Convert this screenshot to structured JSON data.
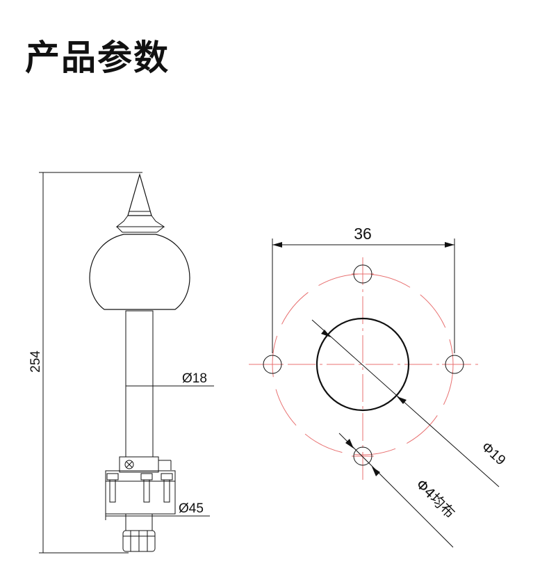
{
  "page": {
    "title": "产品参数"
  },
  "side_view": {
    "overall_height_label": "254",
    "tube_diameter_label": "Ø18",
    "base_diameter_label": "Ø45"
  },
  "flange_view": {
    "bolt_spacing_label": "36",
    "center_hole_label": "Φ19",
    "bolt_hole_label": "Φ4均布"
  },
  "colors": {
    "line": "#111111",
    "center_line": "#e87070",
    "background": "#ffffff"
  }
}
